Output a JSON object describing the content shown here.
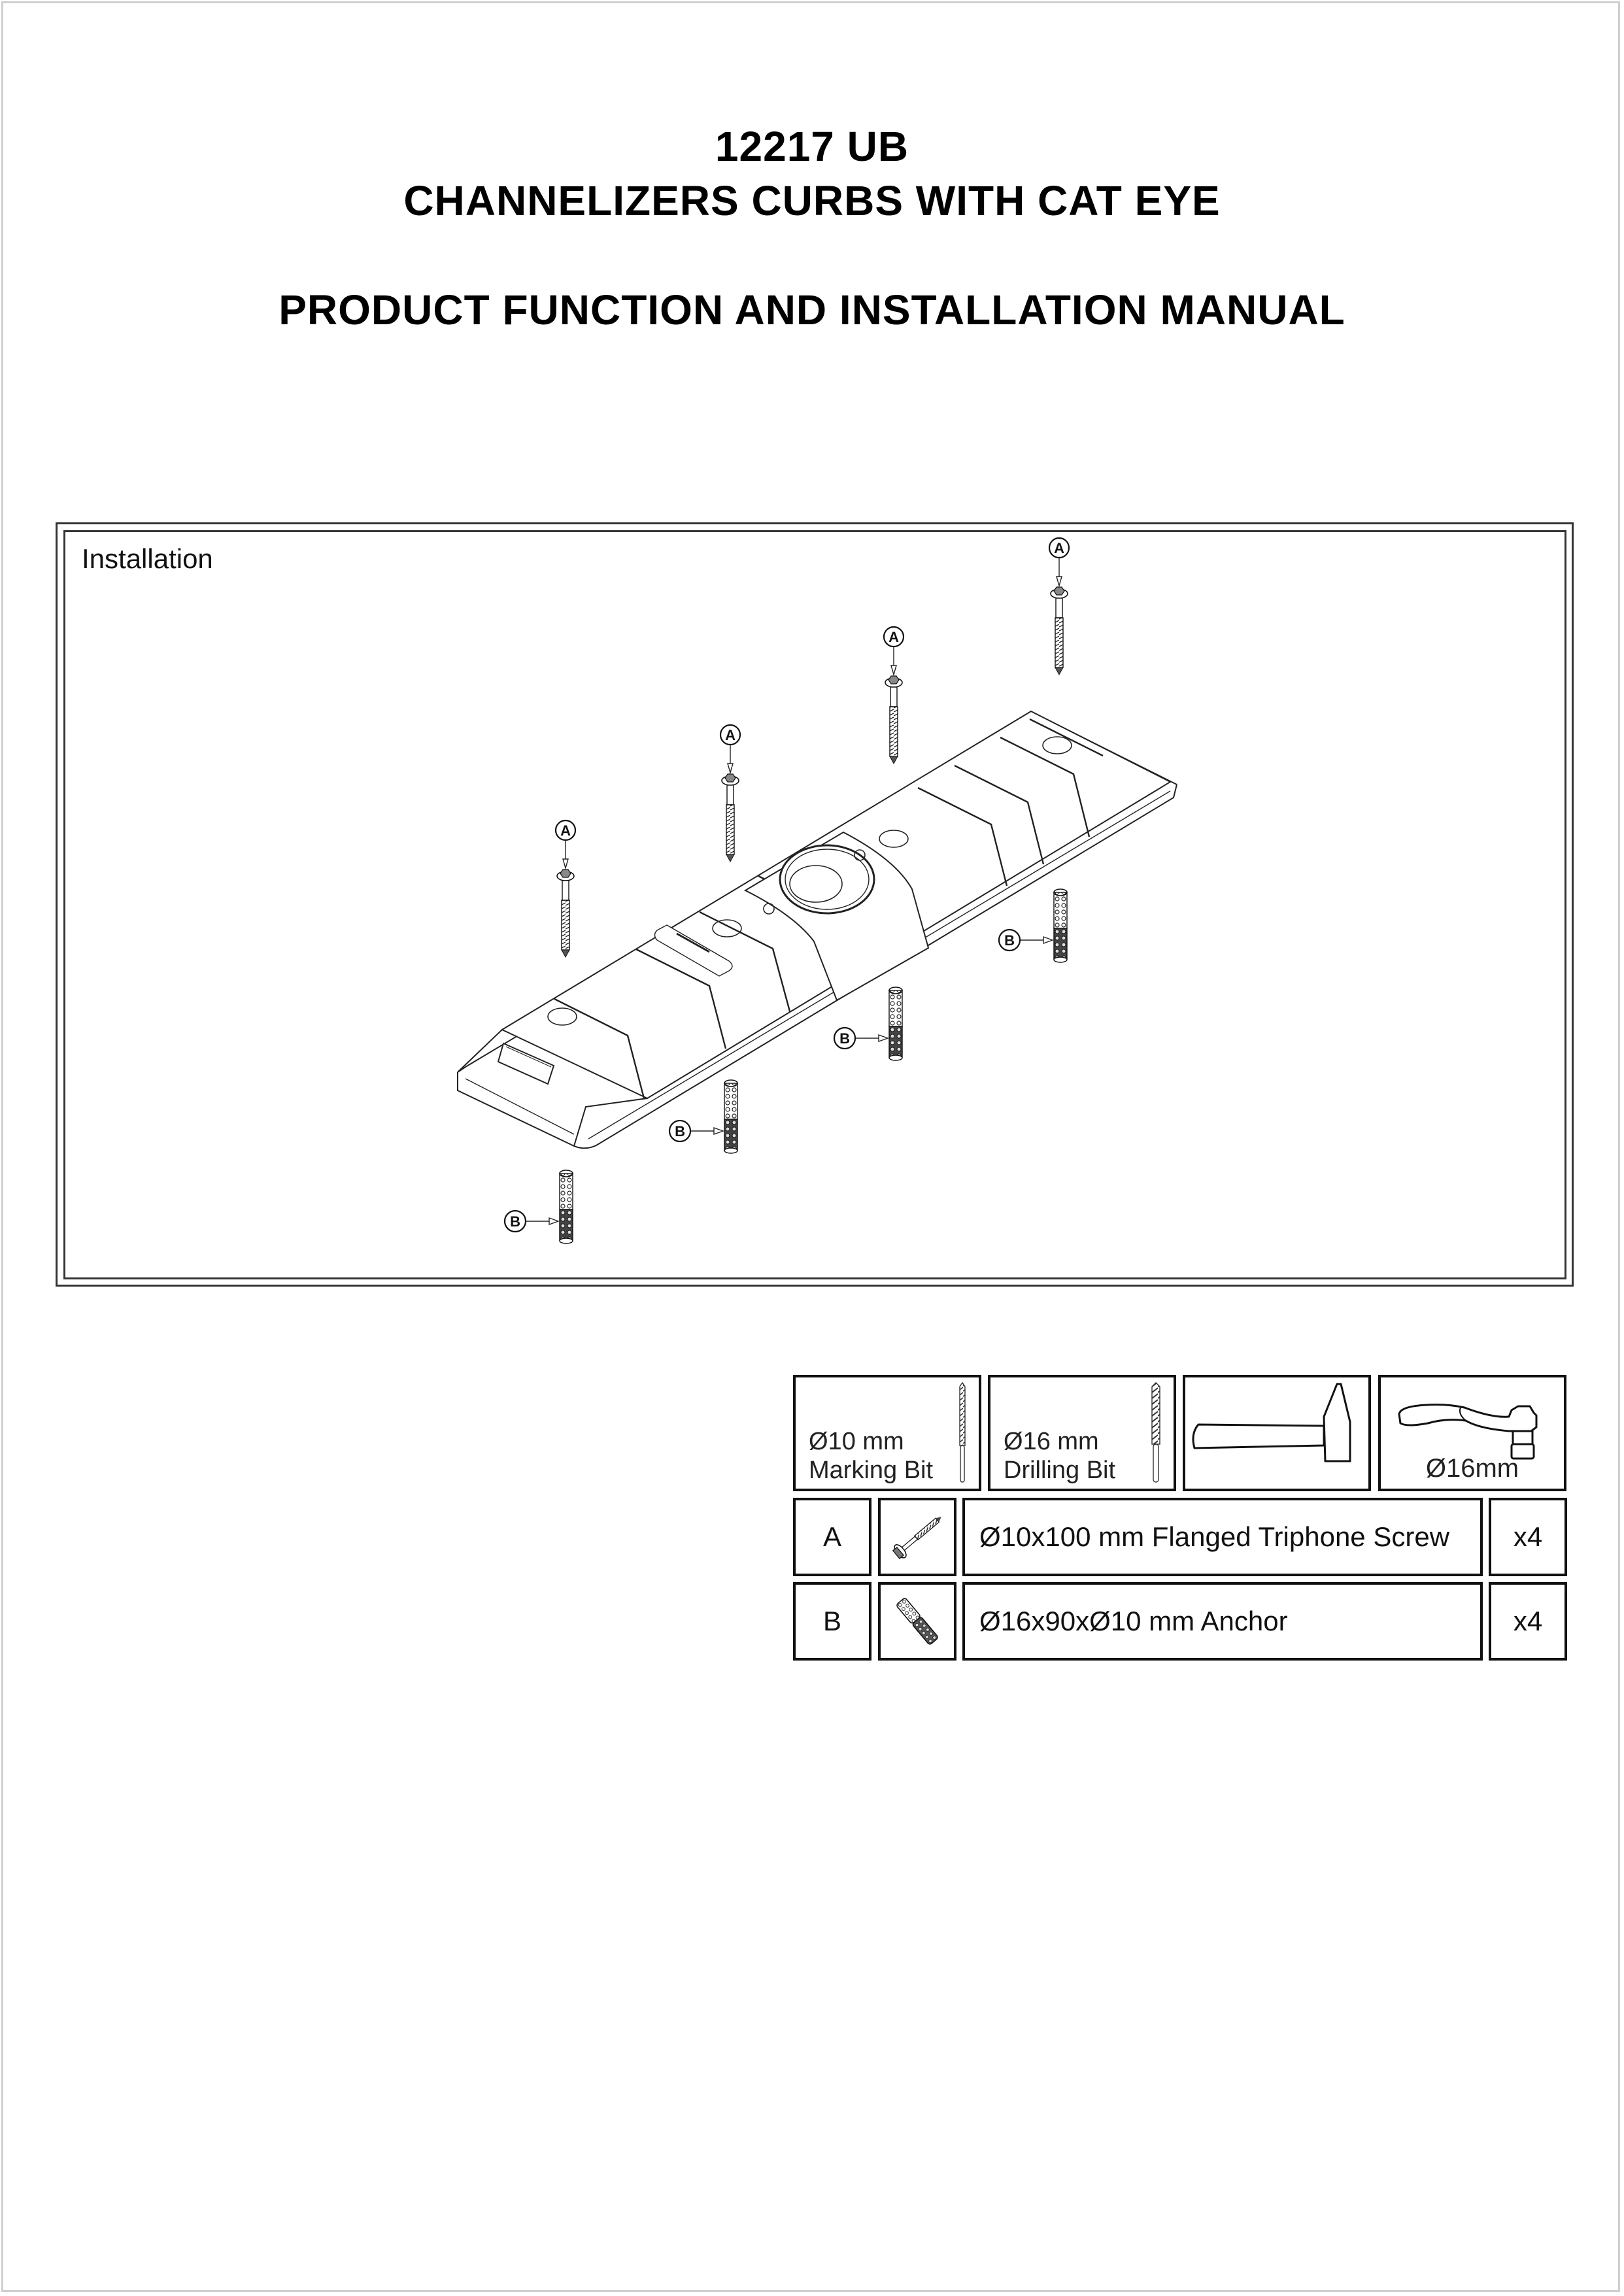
{
  "header": {
    "product_code": "12217 UB",
    "product_name": "CHANNELIZERS CURBS WITH CAT EYE",
    "document_title": "PRODUCT FUNCTION AND INSTALLATION MANUAL"
  },
  "installation": {
    "label": "Installation",
    "callouts": {
      "screw": "A",
      "anchor": "B"
    },
    "screw_count_shown": 4,
    "anchor_count_shown": 4
  },
  "tools": [
    {
      "icon": "marking-bit-icon",
      "line1": "Ø10 mm",
      "line2": "Marking Bit"
    },
    {
      "icon": "drilling-bit-icon",
      "line1": "Ø16 mm",
      "line2": "Drilling Bit"
    },
    {
      "icon": "hammer-icon",
      "line1": "",
      "line2": ""
    },
    {
      "icon": "ratchet-wrench-icon",
      "label": "Ø16mm"
    }
  ],
  "parts": [
    {
      "key": "A",
      "icon": "flanged-screw-icon",
      "description": "Ø10x100 mm Flanged Triphone Screw",
      "quantity": "x4"
    },
    {
      "key": "B",
      "icon": "wall-anchor-icon",
      "description": "Ø16x90xØ10 mm Anchor",
      "quantity": "x4"
    }
  ]
}
